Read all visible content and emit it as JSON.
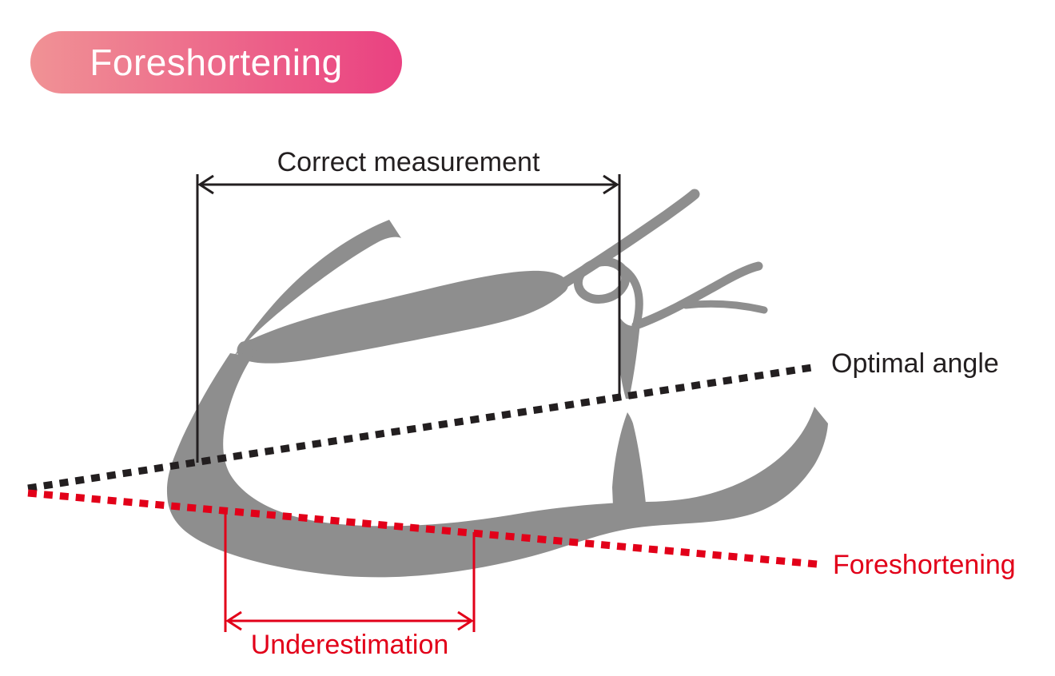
{
  "badge": {
    "label": "Foreshortening",
    "gradient_start": "#f09295",
    "gradient_end": "#ea4181",
    "text_color": "#ffffff"
  },
  "labels": {
    "correct_measurement": "Correct measurement",
    "optimal_angle": "Optimal angle",
    "foreshortening_line": "Foreshortening",
    "underestimation": "Underestimation"
  },
  "colors": {
    "background": "#ffffff",
    "vessel_gray": "#8e8e8e",
    "line_black": "#231f20",
    "line_red": "#e20019"
  }
}
